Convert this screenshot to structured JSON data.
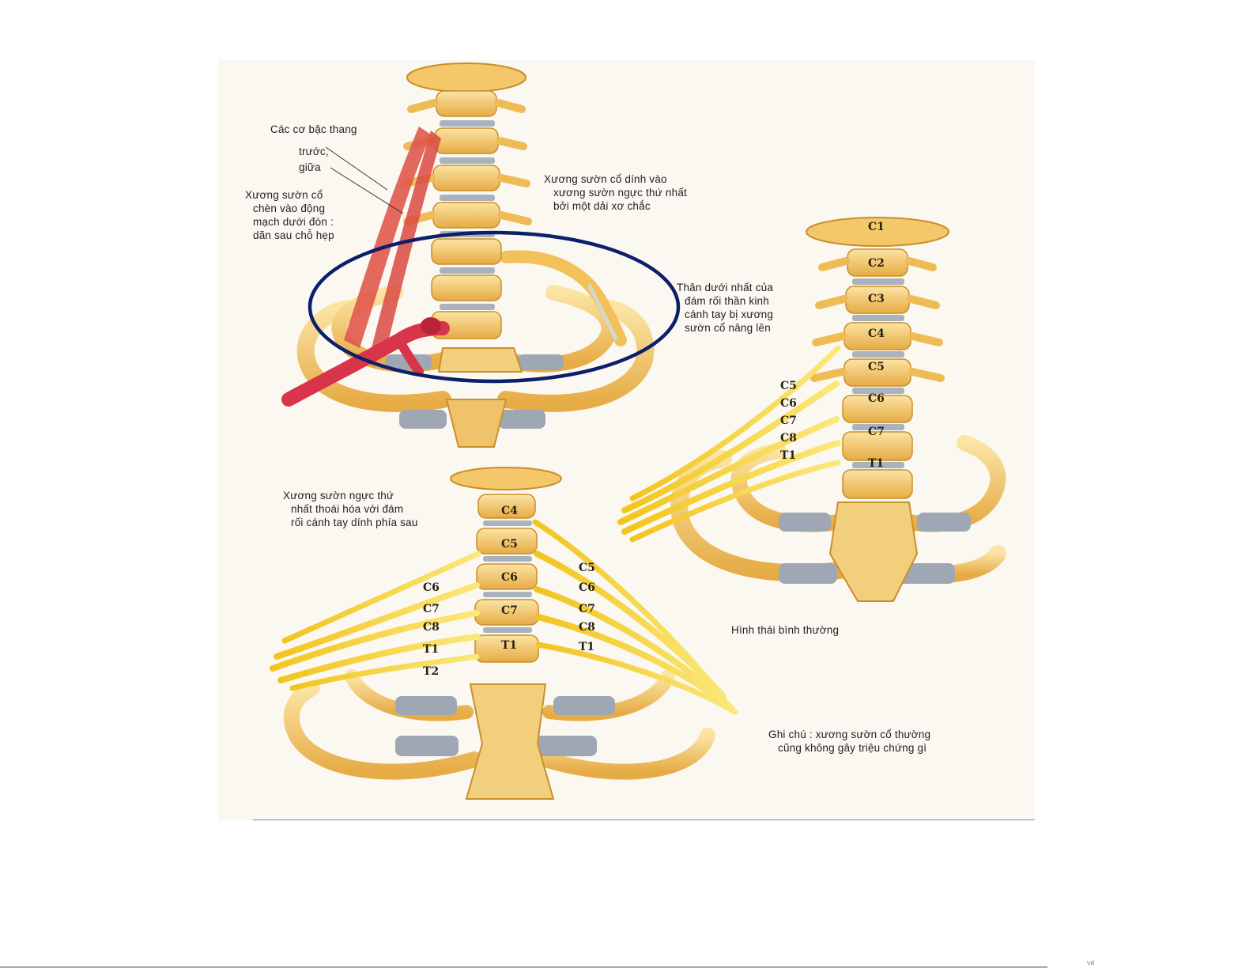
{
  "labels": {
    "scalene_title": "Các cơ bậc thang",
    "scalene_anterior": "trước,",
    "scalene_middle": "giữa",
    "cervical_rib_artery": [
      "Xương sườn cổ",
      "chèn vào động",
      "mạch dưới đòn :",
      "dãn sau chỗ hẹp"
    ],
    "cervical_rib_attached": [
      "Xương sườn cổ dính vào",
      "xương sườn ngực thứ nhất",
      "bởi một dải xơ chắc"
    ],
    "lower_trunk": [
      "Thân dưới nhất của",
      "đám rối thần kinh",
      "cánh tay bị xương",
      "sườn cổ nâng lên"
    ],
    "first_rib_degenerated": [
      "Xương sườn ngực thứ",
      "nhất thoái hóa với đám",
      "rối cánh tay dính phía sau"
    ],
    "normal_morphology": "Hình thái bình thường",
    "note": [
      "Ghi chú : xương sườn cổ thường",
      "cũng không gây triệu chứng gì"
    ]
  },
  "vertebrae_right": [
    "C1",
    "C2",
    "C3",
    "C4",
    "C5",
    "C6",
    "C7",
    "T1"
  ],
  "nerves_right": [
    "C5",
    "C6",
    "C7",
    "C8",
    "T1"
  ],
  "vertebrae_bottom": [
    "C4",
    "C5",
    "C6",
    "C7",
    "T1"
  ],
  "nerves_bottom_left": [
    "C6",
    "C7",
    "C8",
    "T1",
    "T2"
  ],
  "nerves_bottom_right": [
    "C5",
    "C6",
    "C7",
    "C8",
    "T1"
  ],
  "footer_mark": "Vill",
  "colors": {
    "bone": "#f3c15a",
    "bone_light": "#f9df9a",
    "bone_dark": "#c98f2a",
    "cartilage": "#9ea7b3",
    "nerve": "#f7d636",
    "muscle": "#e0584c",
    "artery": "#d8354a",
    "highlight_ellipse": "#0b1f6b"
  }
}
